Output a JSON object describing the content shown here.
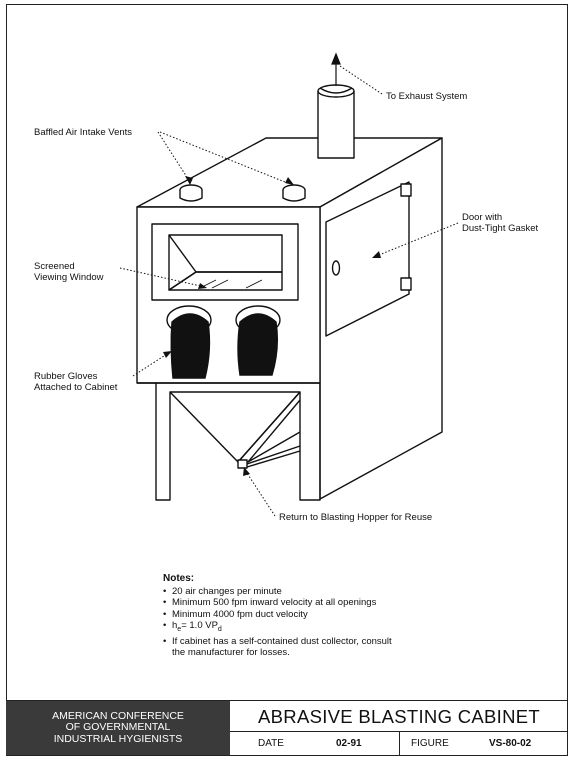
{
  "labels": {
    "exhaust": "To Exhaust System",
    "vents": "Baffled Air Intake Vents",
    "door": "Door with\nDust-Tight Gasket",
    "window": "Screened\nViewing Window",
    "gloves": "Rubber Gloves\nAttached to Cabinet",
    "return": "Return to Blasting Hopper for Reuse"
  },
  "notes": {
    "title": "Notes:",
    "items": [
      "20 air changes per minute",
      "Minimum 500 fpm inward velocity at all openings",
      "Minimum 4000 fpm duct velocity"
    ],
    "he_text_main": "h",
    "he_text_sub": "e",
    "he_text_mid": "= 1.0 VP",
    "he_text_sub2": "d",
    "last_line1": "If cabinet has a self-contained dust collector, consult",
    "last_line2": "the manufacturer for losses."
  },
  "titleblock": {
    "org_line1": "AMERICAN CONFERENCE",
    "org_line2": "OF GOVERNMENTAL",
    "org_line3": "INDUSTRIAL HYGIENISTS",
    "title": "ABRASIVE BLASTING CABINET",
    "date_label": "DATE",
    "date_value": "02-91",
    "figure_label": "FIGURE",
    "figure_value": "VS-80-02"
  }
}
